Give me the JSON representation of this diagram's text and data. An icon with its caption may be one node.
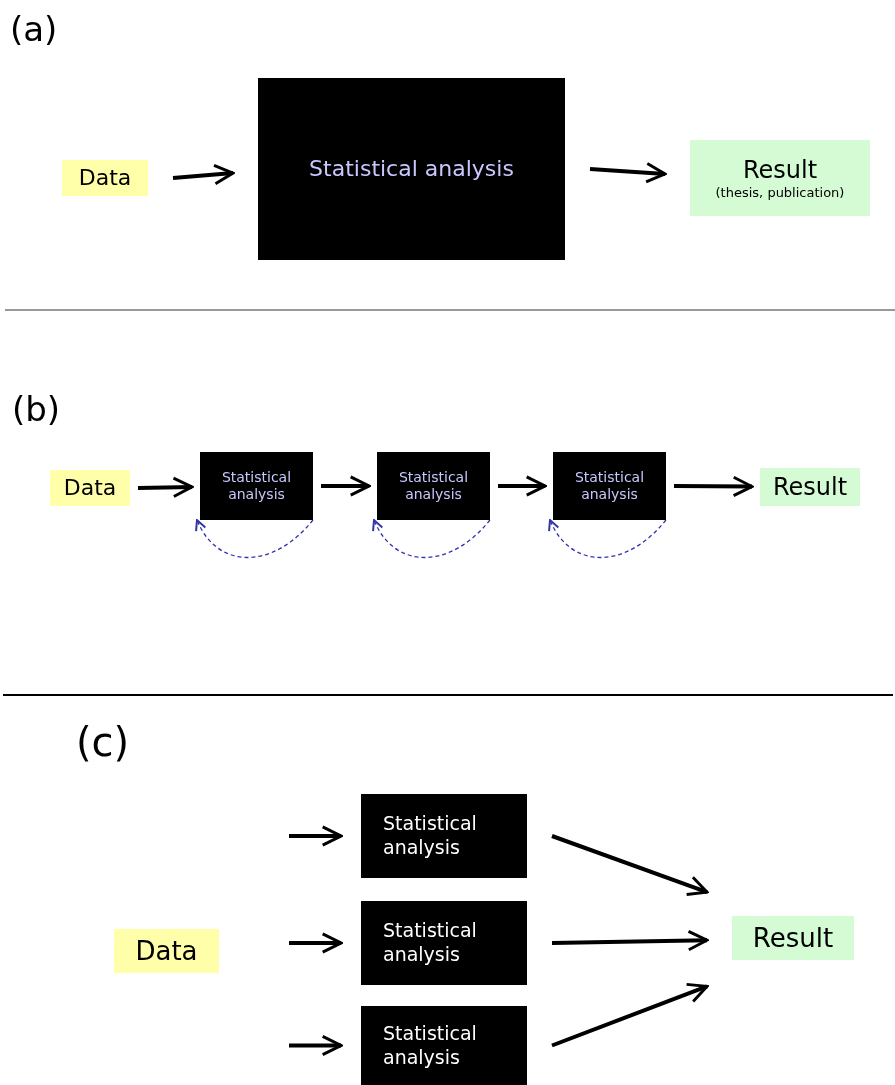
{
  "diagram": {
    "nodes": [
      {
        "text": [
          "Data"
        ]
      },
      {
        "text": [
          "Statistical analysis"
        ]
      },
      {
        "text": [
          "Result",
          "(thesis, publication)"
        ]
      },
      {
        "text": [
          "Data"
        ]
      },
      {
        "text": [
          "Statistical analysis"
        ]
      },
      {
        "text": [
          "Statistical analysis"
        ]
      },
      {
        "text": [
          "Statistical analysis"
        ]
      },
      {
        "text": [
          "Result"
        ]
      },
      {
        "text": [
          "Data"
        ]
      },
      {
        "text": [
          "Statistical analysis"
        ]
      },
      {
        "text": [
          "Statistical analysis"
        ]
      },
      {
        "text": [
          "Statistical analysis"
        ]
      },
      {
        "text": [
          "Result"
        ]
      }
    ],
    "edges": [
      {
        "from": 0,
        "to": 1,
        "arrow": "to"
      },
      {
        "from": 1,
        "to": 2,
        "arrow": "to"
      },
      {
        "from": 3,
        "to": 4,
        "arrow": "to"
      },
      {
        "from": 4,
        "to": 5,
        "arrow": "to"
      },
      {
        "from": 5,
        "to": 6,
        "arrow": "to"
      },
      {
        "from": 6,
        "to": 7,
        "arrow": "to"
      },
      {
        "from": 4,
        "to": 4,
        "arrow": "to",
        "style": "dashed",
        "color": "#3333aa"
      },
      {
        "from": 5,
        "to": 5,
        "arrow": "to",
        "style": "dashed",
        "color": "#3333aa"
      },
      {
        "from": 6,
        "to": 6,
        "arrow": "to",
        "style": "dashed",
        "color": "#3333aa"
      },
      {
        "from": null,
        "to": 9,
        "arrow": "to"
      },
      {
        "from": null,
        "to": 10,
        "arrow": "to"
      },
      {
        "from": null,
        "to": 11,
        "arrow": "to"
      },
      {
        "from": 9,
        "to": 12,
        "arrow": "to"
      },
      {
        "from": 10,
        "to": 12,
        "arrow": "to"
      },
      {
        "from": 11,
        "to": 12,
        "arrow": "to"
      }
    ],
    "labels": [
      "(a)",
      "(b)",
      "(c)"
    ]
  }
}
